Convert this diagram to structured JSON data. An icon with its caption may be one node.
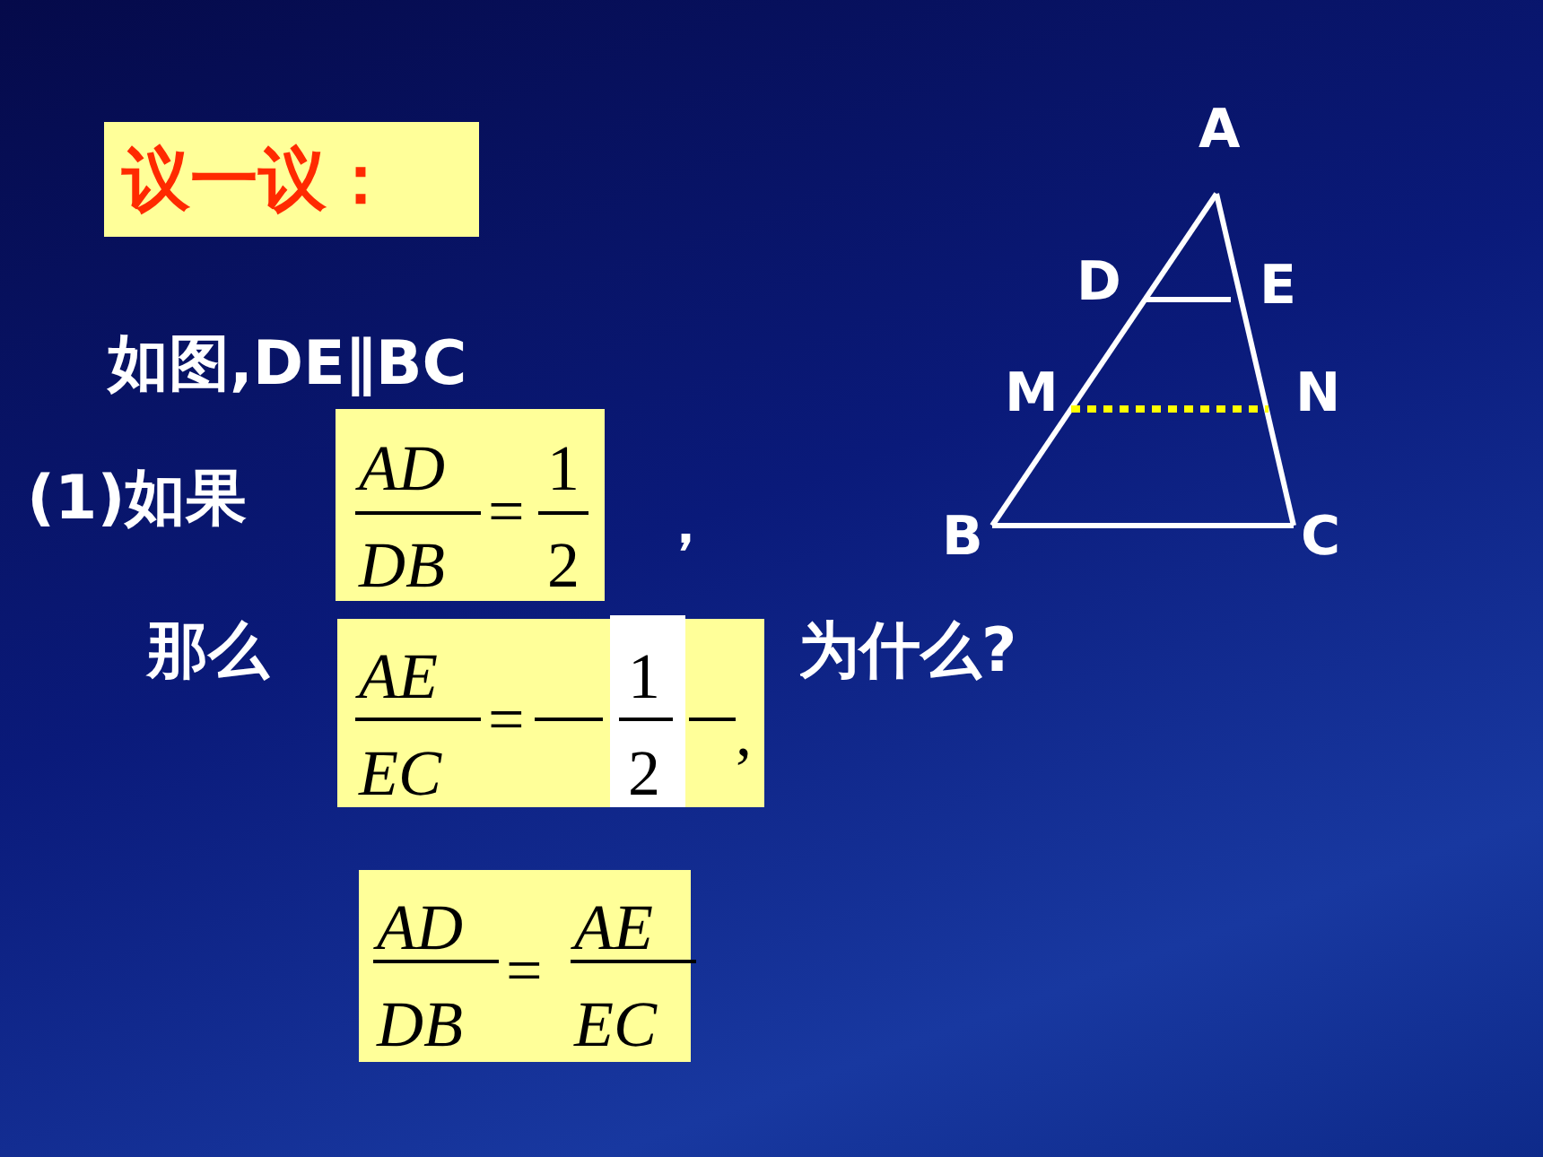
{
  "diagram": {
    "title": "议一议：",
    "labels": [
      "如图,DE∥BC",
      "(1)如果",
      "AD",
      "DB",
      "=",
      "1",
      "2",
      "，",
      "那么",
      "AE",
      "EC",
      "=",
      "1",
      "2",
      ",",
      "为什么?",
      "AD",
      "DB",
      "=",
      "AE",
      "EC",
      "A",
      "D",
      "E",
      "M",
      "N",
      "B",
      "C"
    ]
  }
}
